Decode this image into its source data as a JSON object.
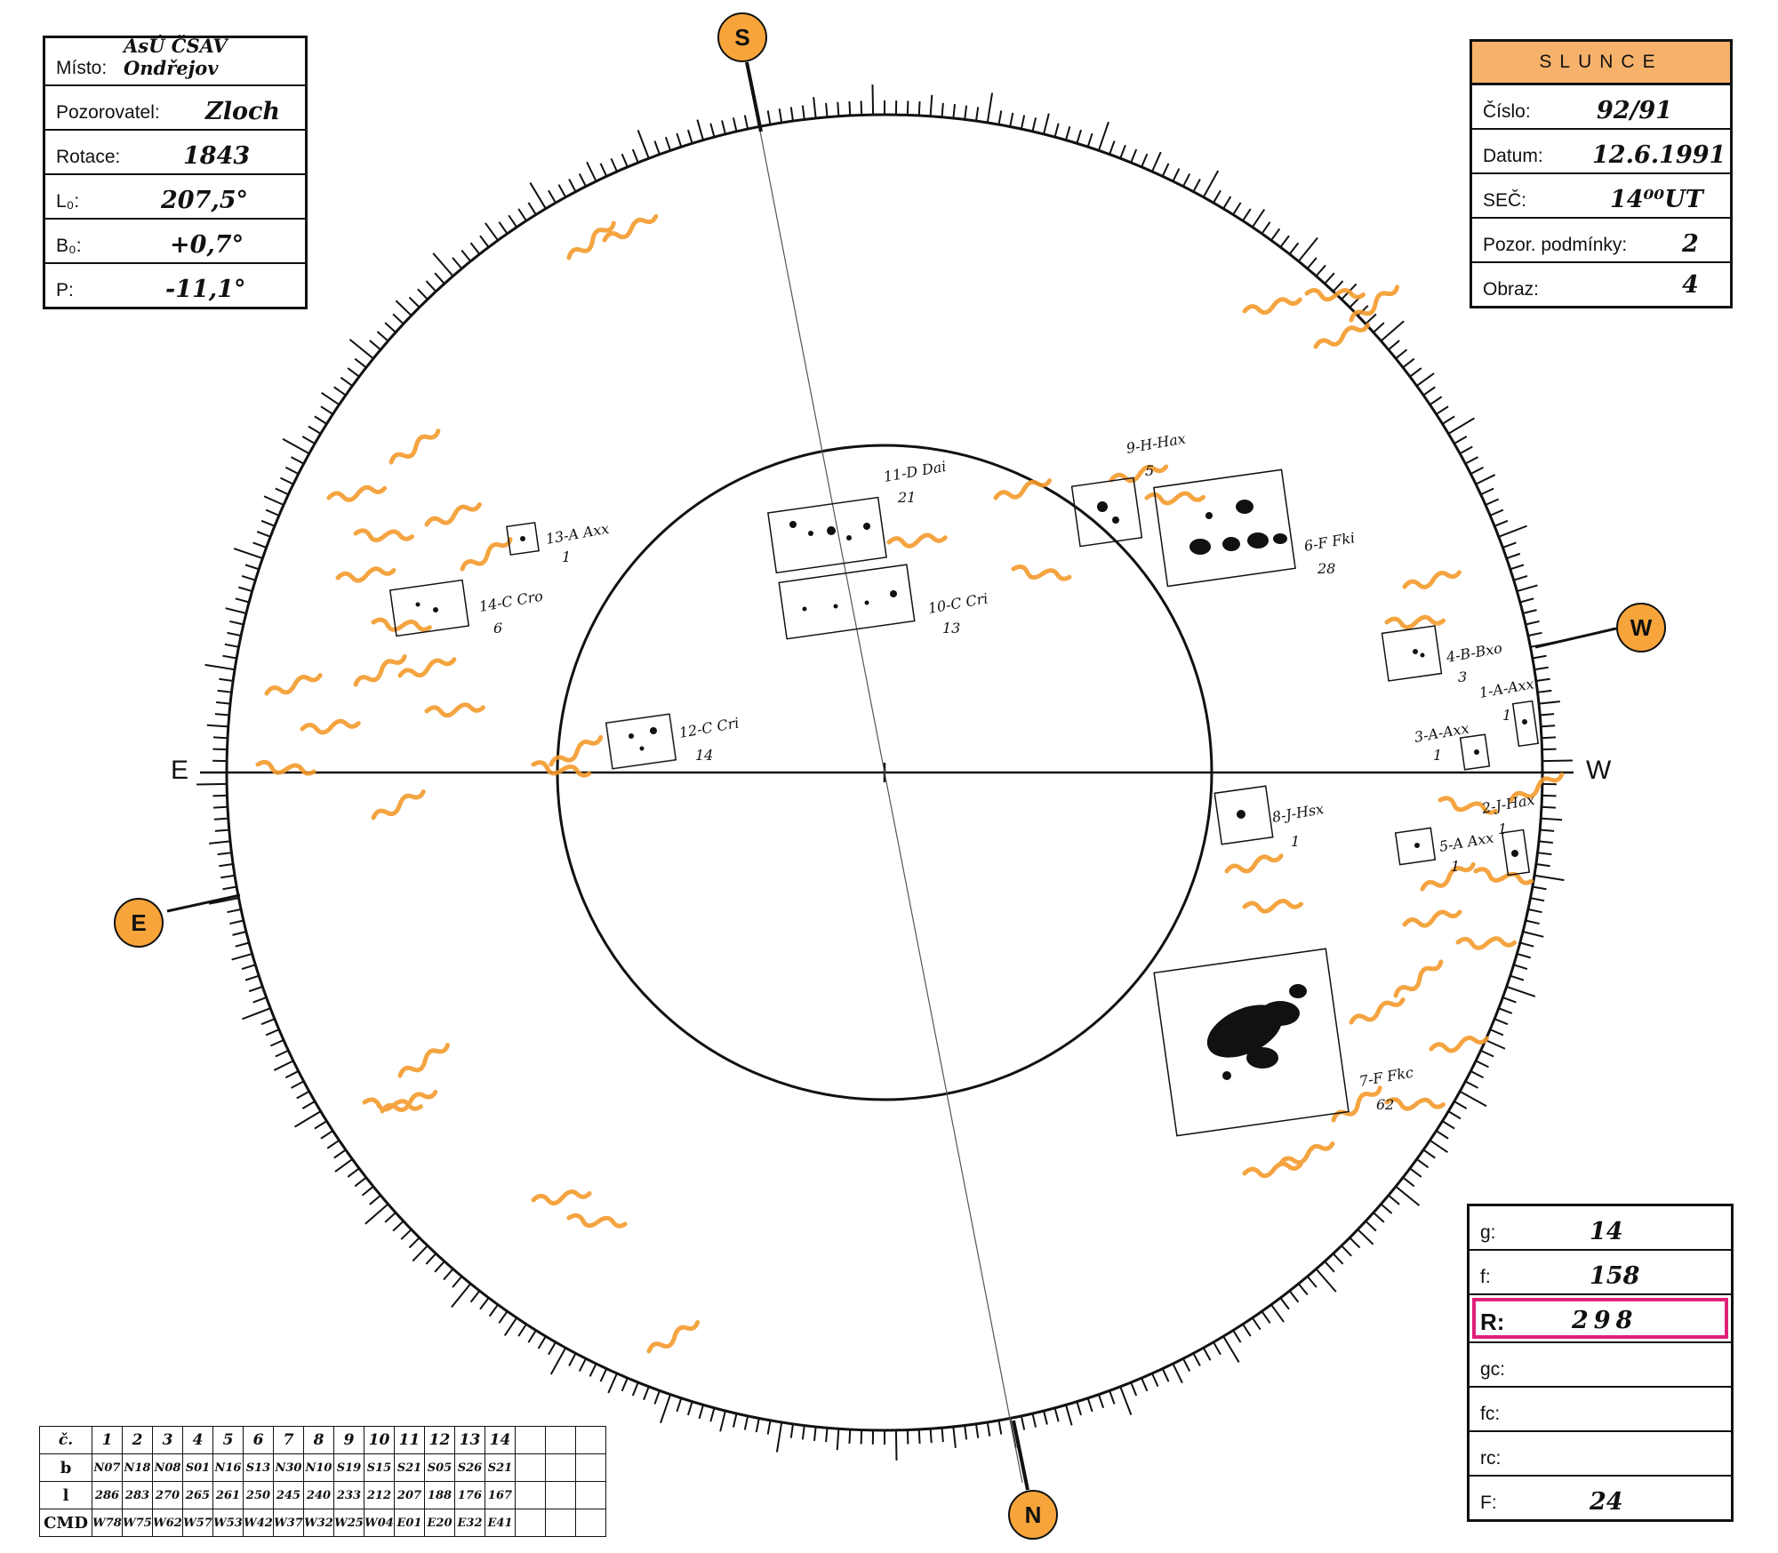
{
  "info_box": {
    "misto_label": "Místo:",
    "misto_value": "AsÚ ČSAV Ondřejov",
    "pozorovatel_label": "Pozorovatel:",
    "pozorovatel_value": "Zloch",
    "rotace_label": "Rotace:",
    "rotace_value": "1843",
    "l0_label": "L₀:",
    "l0_value": "207,5°",
    "b0_label": "B₀:",
    "b0_value": "+0,7°",
    "p_label": "P:",
    "p_value": "-11,1°"
  },
  "slunce_box": {
    "title": "SLUNCE",
    "cislo_label": "Číslo:",
    "cislo_value": "92/91",
    "datum_label": "Datum:",
    "datum_value": "12.6.1991",
    "sec_label": "SEČ:",
    "sec_value": "14⁰⁰UT",
    "pozor_label": "Pozor. podmínky:",
    "pozor_value": "2",
    "obraz_label": "Obraz:",
    "obraz_value": "4"
  },
  "summary_box": {
    "g_label": "g:",
    "g_value": "14",
    "f_label": "f:",
    "f_value": "158",
    "r_label": "R:",
    "r_value": "298",
    "gc_label": "gc:",
    "fc_label": "fc:",
    "rc_label": "rc:",
    "f2_label": "F:",
    "f2_value": "24"
  },
  "directions": {
    "top_badge": "S",
    "bottom_badge": "N",
    "right_badge": "W",
    "left_badge": "E",
    "east_label": "E",
    "west_label": "W"
  },
  "groups": [
    {
      "id": "g1",
      "name": "1-A-Axx",
      "count": "1"
    },
    {
      "id": "g2",
      "name": "2-J-Hax",
      "count": "1"
    },
    {
      "id": "g3",
      "name": "3-A-Axx",
      "count": "1"
    },
    {
      "id": "g4",
      "name": "4-B-Bxo",
      "count": "3"
    },
    {
      "id": "g5",
      "name": "5-A Axx",
      "count": "1"
    },
    {
      "id": "g6",
      "name": "6-F Fki",
      "count": "28"
    },
    {
      "id": "g7",
      "name": "7-F Fkc",
      "count": "62"
    },
    {
      "id": "g8",
      "name": "8-J-Hsx",
      "count": "1"
    },
    {
      "id": "g9",
      "name": "9-H-Hax",
      "count": "5"
    },
    {
      "id": "g10",
      "name": "10-C Cri",
      "count": "13"
    },
    {
      "id": "g11",
      "name": "11-D Dai",
      "count": "21"
    },
    {
      "id": "g12",
      "name": "12-C Cri",
      "count": "14"
    },
    {
      "id": "g13",
      "name": "13-A Axx",
      "count": "1"
    },
    {
      "id": "g14",
      "name": "14-C Cro",
      "count": "6"
    }
  ],
  "cmd_table": {
    "row_labels": [
      "č.",
      "b",
      "l",
      "CMD"
    ],
    "numbers": [
      "1",
      "2",
      "3",
      "4",
      "5",
      "6",
      "7",
      "8",
      "9",
      "10",
      "11",
      "12",
      "13",
      "14",
      "",
      "",
      ""
    ],
    "b": [
      "N07",
      "N18",
      "N08",
      "S01",
      "N16",
      "S13",
      "N30",
      "N10",
      "S19",
      "S15",
      "S21",
      "S05",
      "S26",
      "S21",
      "",
      "",
      ""
    ],
    "l": [
      "286",
      "283",
      "270",
      "265",
      "261",
      "250",
      "245",
      "240",
      "233",
      "212",
      "207",
      "188",
      "176",
      "167",
      "",
      "",
      ""
    ],
    "cmd": [
      "W78",
      "W75",
      "W62",
      "W57",
      "W53",
      "W42",
      "W37",
      "W32",
      "W25",
      "W04",
      "E01",
      "E20",
      "E32",
      "E41",
      "",
      "",
      ""
    ]
  },
  "colors": {
    "facula": "#f39a2b",
    "badge": "#f7a43a",
    "header": "#f6b26b",
    "r_highlight": "#e0217a"
  }
}
